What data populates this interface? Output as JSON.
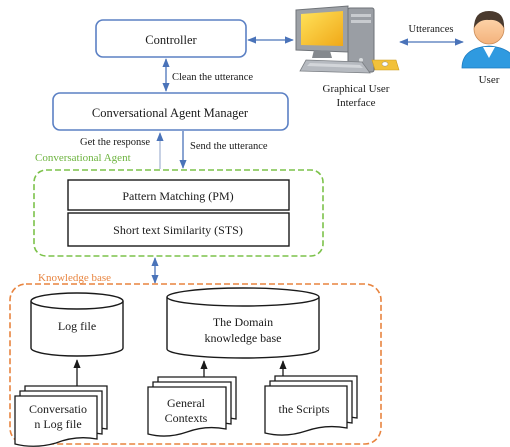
{
  "nodes": {
    "controller": "Controller",
    "cam": "Conversational Agent Manager",
    "gui_line1": "Graphical User",
    "gui_line2": "Interface",
    "utterances": "Utterances",
    "user": "User",
    "clean": "Clean the utterance",
    "get_response": "Get the response",
    "send_utterance": "Send the utterance",
    "pm": "Pattern Matching (PM)",
    "sts": "Short text Similarity (STS)",
    "log_file": "Log file",
    "domain_line1": "The Domain",
    "domain_line2": "knowledge base",
    "conv_log_line1": "Conversatio",
    "conv_log_line2": "n Log file",
    "general_line1": "General",
    "general_line2": "Contexts",
    "scripts": "the Scripts"
  },
  "groups": {
    "agent_label": "Conversational Agent",
    "kb_label": "Knowledge base"
  },
  "colors": {
    "blue_border": "#5b80c4",
    "green_dash": "#7cc24a",
    "orange_dash": "#e8843f",
    "orange_text": "#e8843f",
    "green_text": "#6cb33e",
    "arrow_blue": "#4a73b9",
    "dark": "#1a1a1a"
  }
}
